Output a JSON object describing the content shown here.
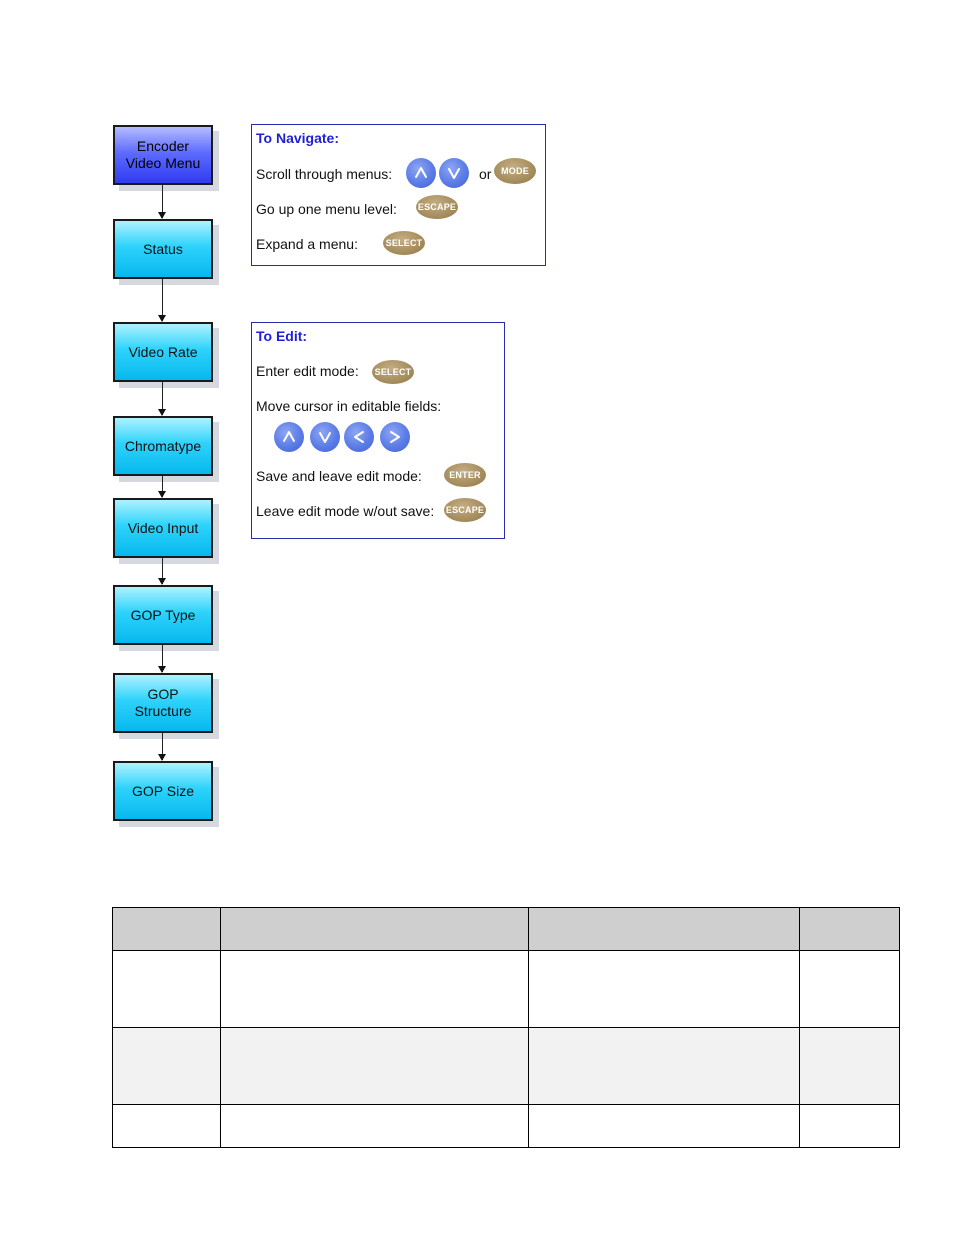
{
  "flowchart": {
    "items": [
      {
        "label": "Encoder\nVideo Menu"
      },
      {
        "label": "Status"
      },
      {
        "label": "Video Rate"
      },
      {
        "label": "Chromatype"
      },
      {
        "label": "Video Input"
      },
      {
        "label": "GOP Type"
      },
      {
        "label": "GOP\nStructure"
      },
      {
        "label": "GOP Size"
      }
    ]
  },
  "navigate_panel": {
    "title": "To Navigate:",
    "scroll_label": "Scroll through menus:",
    "or_label": "or",
    "up_label": "Go up one menu level:",
    "expand_label": "Expand a menu:",
    "mode_button": "MODE",
    "escape_button": "ESCAPE",
    "select_button": "SELECT"
  },
  "edit_panel": {
    "title": "To Edit:",
    "enter_label": "Enter edit mode:",
    "move_label": "Move cursor in editable fields:",
    "save_label": "Save and leave edit mode:",
    "leave_label": "Leave edit mode w/out save:",
    "select_button": "SELECT",
    "enter_button": "ENTER",
    "escape_button": "ESCAPE",
    "left_arrow": "<",
    "right_arrow": ">"
  },
  "colors": {
    "root_box": "#3b48f5",
    "menu_box": "#1fc8f8",
    "panel_title": "#1f1fd6",
    "nav_button": "#5b7ce6",
    "oval_button": "#a68d5e",
    "table_header": "#cfcfcf"
  }
}
